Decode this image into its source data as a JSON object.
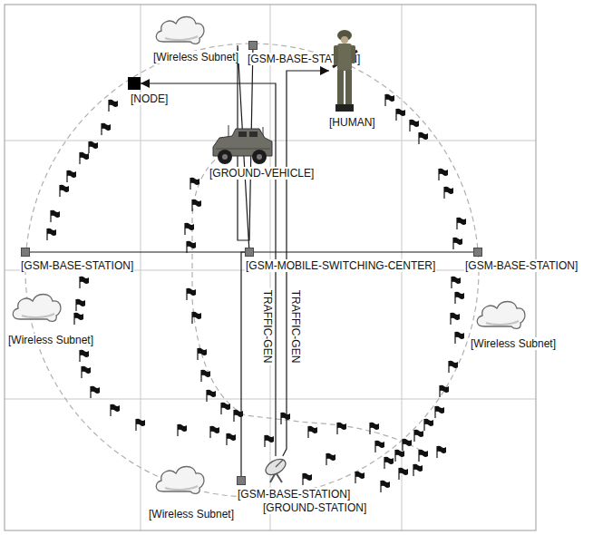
{
  "diagram": {
    "nodes": [
      {
        "text": [
          "[Wireless Subnet]"
        ]
      },
      {
        "text": [
          "[GSM-BASE-STATION]"
        ]
      },
      {
        "text": [
          "[NODE]"
        ]
      },
      {
        "text": [
          "[HUMAN]"
        ]
      },
      {
        "text": [
          "[GROUND-VEHICLE]"
        ]
      },
      {
        "text": [
          "[GSM-BASE-STATION]"
        ]
      },
      {
        "text": [
          "[GSM-MOBILE-SWITCHING-CENTER]"
        ]
      },
      {
        "text": [
          "[GSM-BASE-STATION]"
        ]
      },
      {
        "text": [
          "[Wireless Subnet]"
        ]
      },
      {
        "text": [
          "[Wireless Subnet]"
        ]
      },
      {
        "text": [
          "[Wireless Subnet]"
        ]
      },
      {
        "text": [
          "[GSM-BASE-STATION]"
        ]
      },
      {
        "text": [
          "[GROUND-STATION]"
        ]
      }
    ],
    "edges": [
      {
        "from": 6,
        "to": 5,
        "arrow": "none"
      },
      {
        "from": 6,
        "to": 7,
        "arrow": "none"
      },
      {
        "from": 6,
        "to": 1,
        "arrow": "none"
      },
      {
        "from": 6,
        "to": 11,
        "arrow": "none"
      },
      {
        "from": 12,
        "to": 2,
        "label": "TRAFFIC-GEN",
        "arrow": "to"
      },
      {
        "from": 12,
        "to": 3,
        "label": "TRAFFIC-GEN",
        "arrow": "to"
      }
    ]
  }
}
